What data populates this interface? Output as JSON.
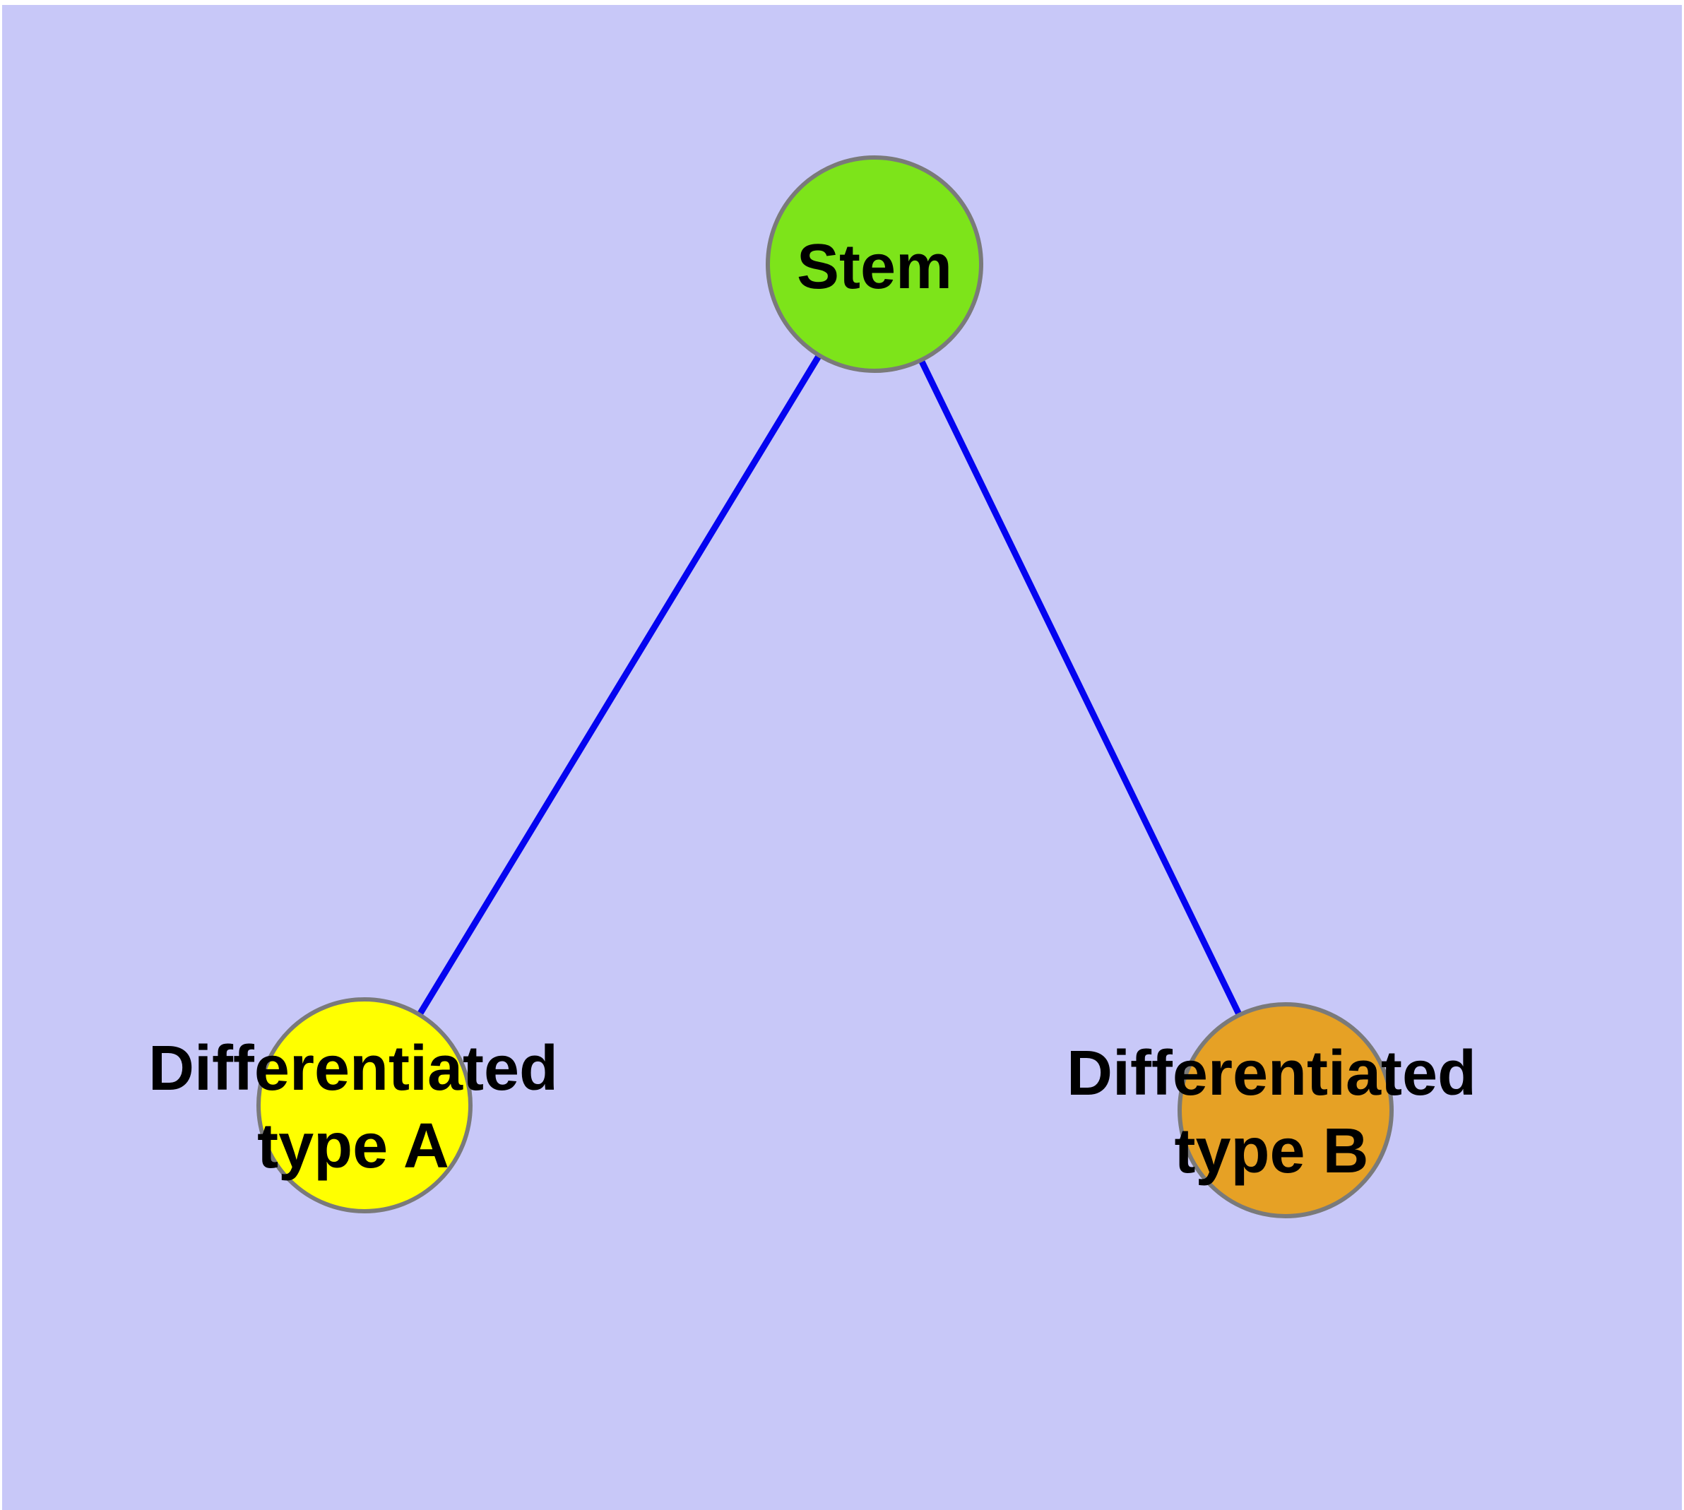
{
  "diagram": {
    "colors": {
      "background": "#C8C8F8",
      "page_margin": "#FFFFFF",
      "edge": "#0404F0",
      "node_border": "#7A7A7A",
      "label_text": "#000000"
    },
    "nodes": [
      {
        "id": "stem",
        "label": "Stem",
        "fill": "#7DE41A"
      },
      {
        "id": "differentiated-type-a",
        "label": "Differentiated type A",
        "label_lines": [
          "Differentiated",
          "type A"
        ],
        "fill": "#FFFF00"
      },
      {
        "id": "differentiated-type-b",
        "label": "Differentiated type B",
        "label_lines": [
          "Differentiated",
          "type B"
        ],
        "fill": "#E6A125"
      }
    ],
    "edges": [
      {
        "from": "Stem",
        "to": "Differentiated type A"
      },
      {
        "from": "Stem",
        "to": "Differentiated type B"
      }
    ]
  }
}
